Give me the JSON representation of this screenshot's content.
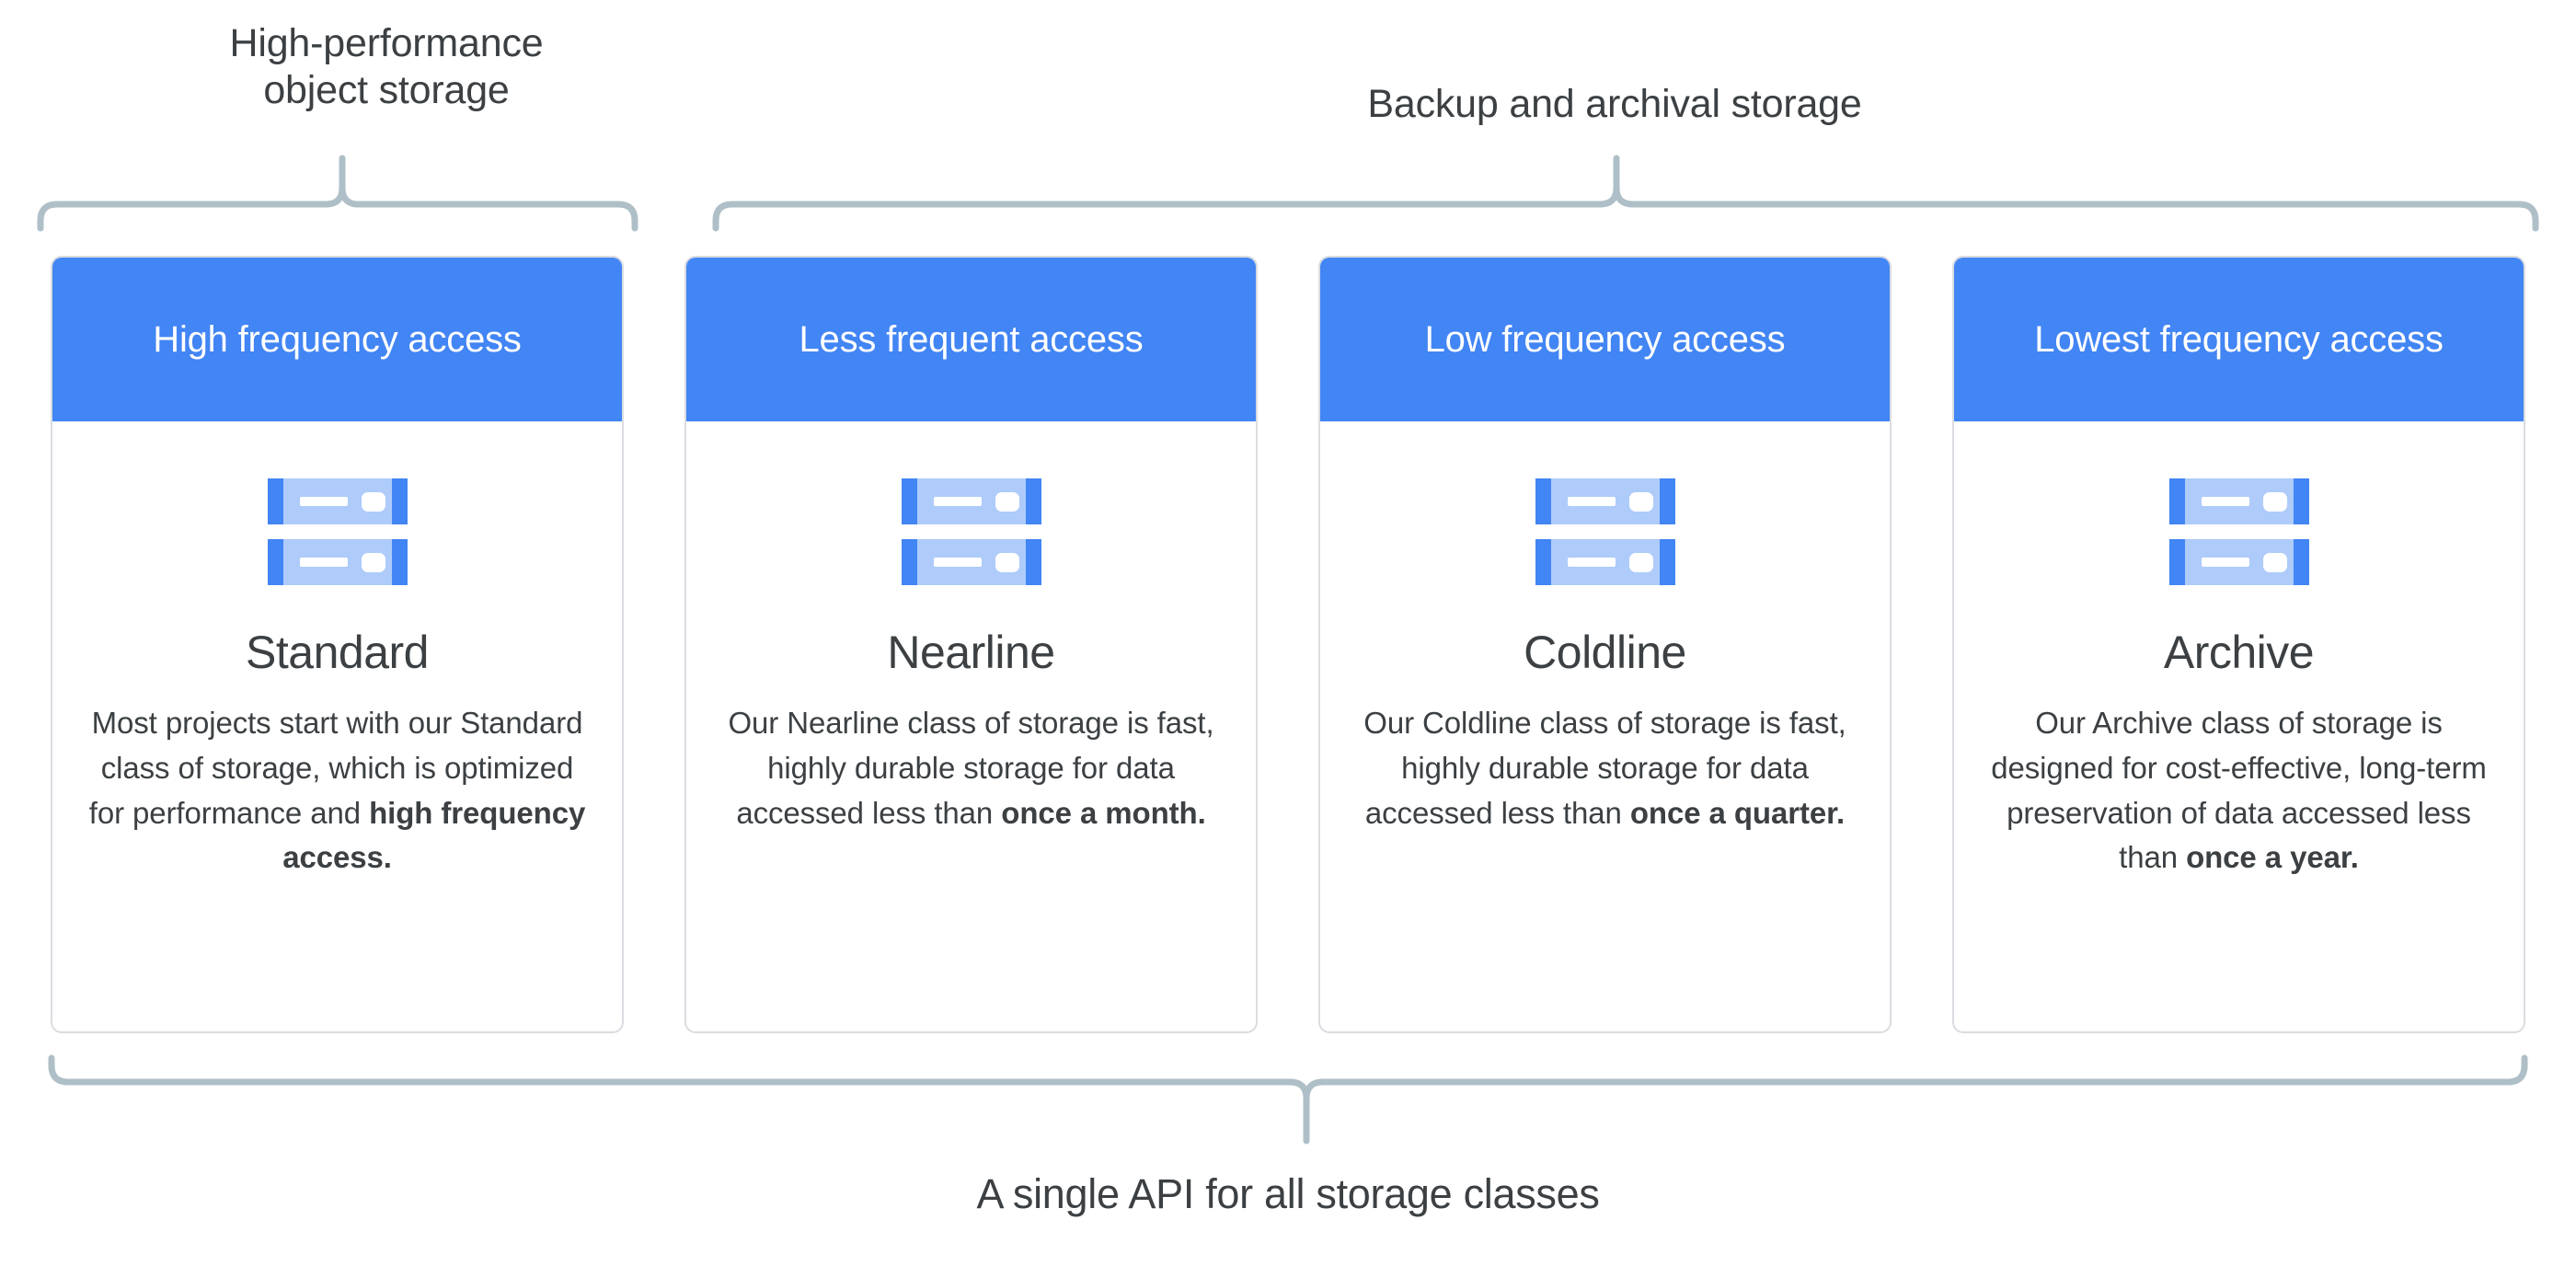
{
  "diagram": {
    "title_groups": [
      {
        "id": "high-performance",
        "label": "High-performance\nobject storage"
      },
      {
        "id": "backup-archival",
        "label": "Backup and archival storage"
      }
    ],
    "bottom_caption": "A single API for all storage classes",
    "colors": {
      "header_blue": "#4285F4",
      "icon_light_blue": "#AECBFA",
      "icon_dark_blue": "#4285F4",
      "brace_gray": "#AFBFC7",
      "card_border": "#DADCE0",
      "text_dark": "#3C4043"
    },
    "cards": [
      {
        "header": "High frequency access",
        "icon": "server-rack-icon",
        "title": "Standard",
        "desc_plain": "Most projects start with our Standard class of storage, which is optimized for performance and ",
        "desc_bold": "high frequency access."
      },
      {
        "header": "Less frequent access",
        "icon": "server-rack-icon",
        "title": "Nearline",
        "desc_plain": "Our Nearline class of storage is fast, highly durable storage for data accessed less than ",
        "desc_bold": "once a month."
      },
      {
        "header": "Low frequency access",
        "icon": "server-rack-icon",
        "title": "Coldline",
        "desc_plain": "Our Coldline class of storage is fast, highly durable storage for data accessed less than ",
        "desc_bold": "once a quarter."
      },
      {
        "header": "Lowest frequency access",
        "icon": "server-rack-icon",
        "title": "Archive",
        "desc_plain": "Our Archive class of storage is designed for cost-effective, long-term preservation of data accessed less than ",
        "desc_bold": "once a year."
      }
    ]
  }
}
